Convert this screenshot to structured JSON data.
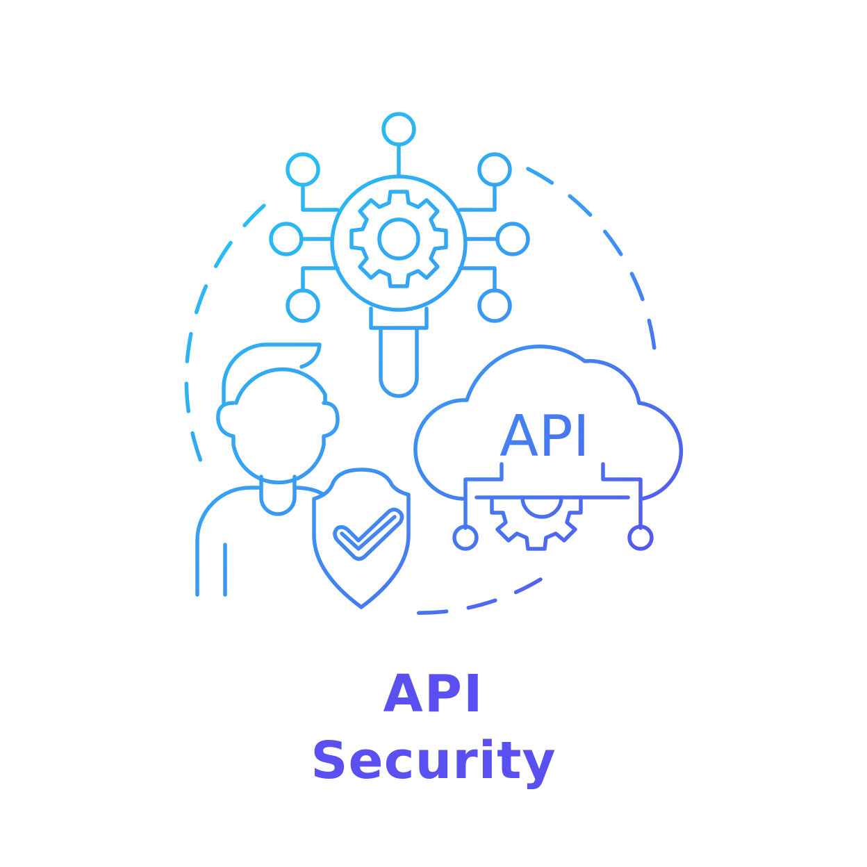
{
  "illustration": {
    "subject": "API Security concept icon",
    "elements": [
      "magnifier-gear-network-icon",
      "person-icon",
      "shield-check-icon",
      "cloud-api-icon",
      "dashed-circle"
    ],
    "cloud_label": "API"
  },
  "title": {
    "line1": "API",
    "line2": "Security"
  },
  "colors": {
    "gradient_start": "#1fc8f0",
    "gradient_end": "#5b4af0",
    "title": "#5a4ff0",
    "background": "#ffffff"
  }
}
